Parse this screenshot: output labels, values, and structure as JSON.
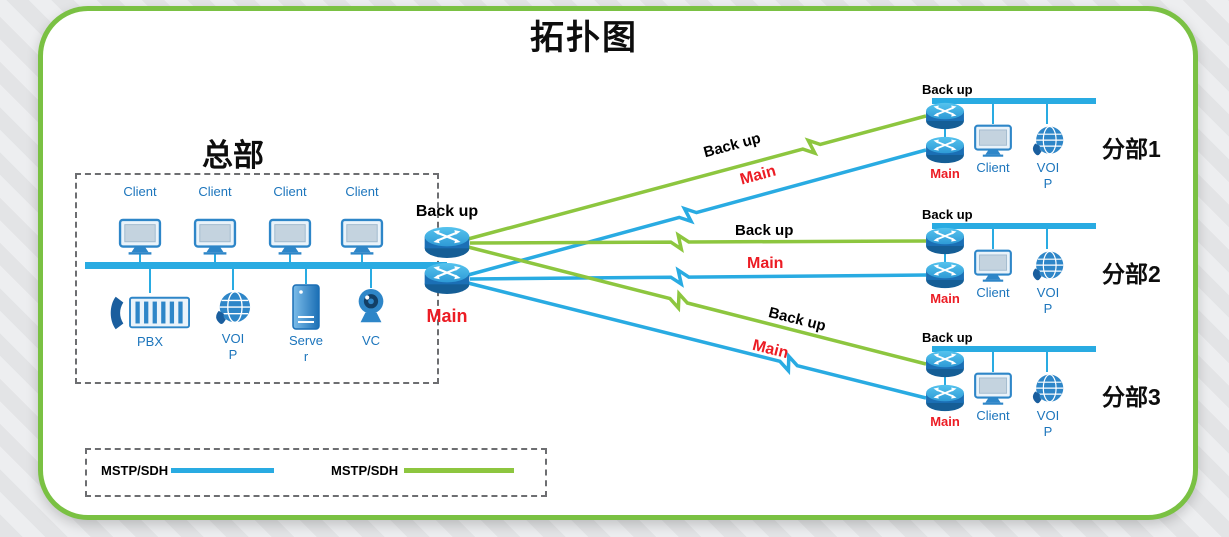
{
  "title": "拓扑图",
  "colors": {
    "frame_green": "#7AC143",
    "main_line_blue": "#29ABE2",
    "backup_line_green": "#8DC63F",
    "device_text_blue": "#1C75BC",
    "main_text_red": "#EC1C24"
  },
  "hq": {
    "label": "总部",
    "clients": [
      "Client",
      "Client",
      "Client",
      "Client"
    ],
    "devices": {
      "pbx": "PBX",
      "voip": "VOIP",
      "server": "Server",
      "vc": "VC"
    },
    "router_backup_label": "Back up",
    "router_main_label": "Main"
  },
  "links": {
    "backup_label": "Back up",
    "main_label": "Main"
  },
  "branches": [
    {
      "name": "分部1",
      "backup_label": "Back up",
      "main_label": "Main",
      "client_label": "Client",
      "voip_label": "VOIP"
    },
    {
      "name": "分部2",
      "backup_label": "Back up",
      "main_label": "Main",
      "client_label": "Client",
      "voip_label": "VOIP"
    },
    {
      "name": "分部3",
      "backup_label": "Back up",
      "main_label": "Main",
      "client_label": "Client",
      "voip_label": "VOIP"
    }
  ],
  "legend": [
    {
      "label": "MSTP/SDH",
      "color": "#29ABE2"
    },
    {
      "label": "MSTP/SDH",
      "color": "#8DC63F"
    }
  ]
}
